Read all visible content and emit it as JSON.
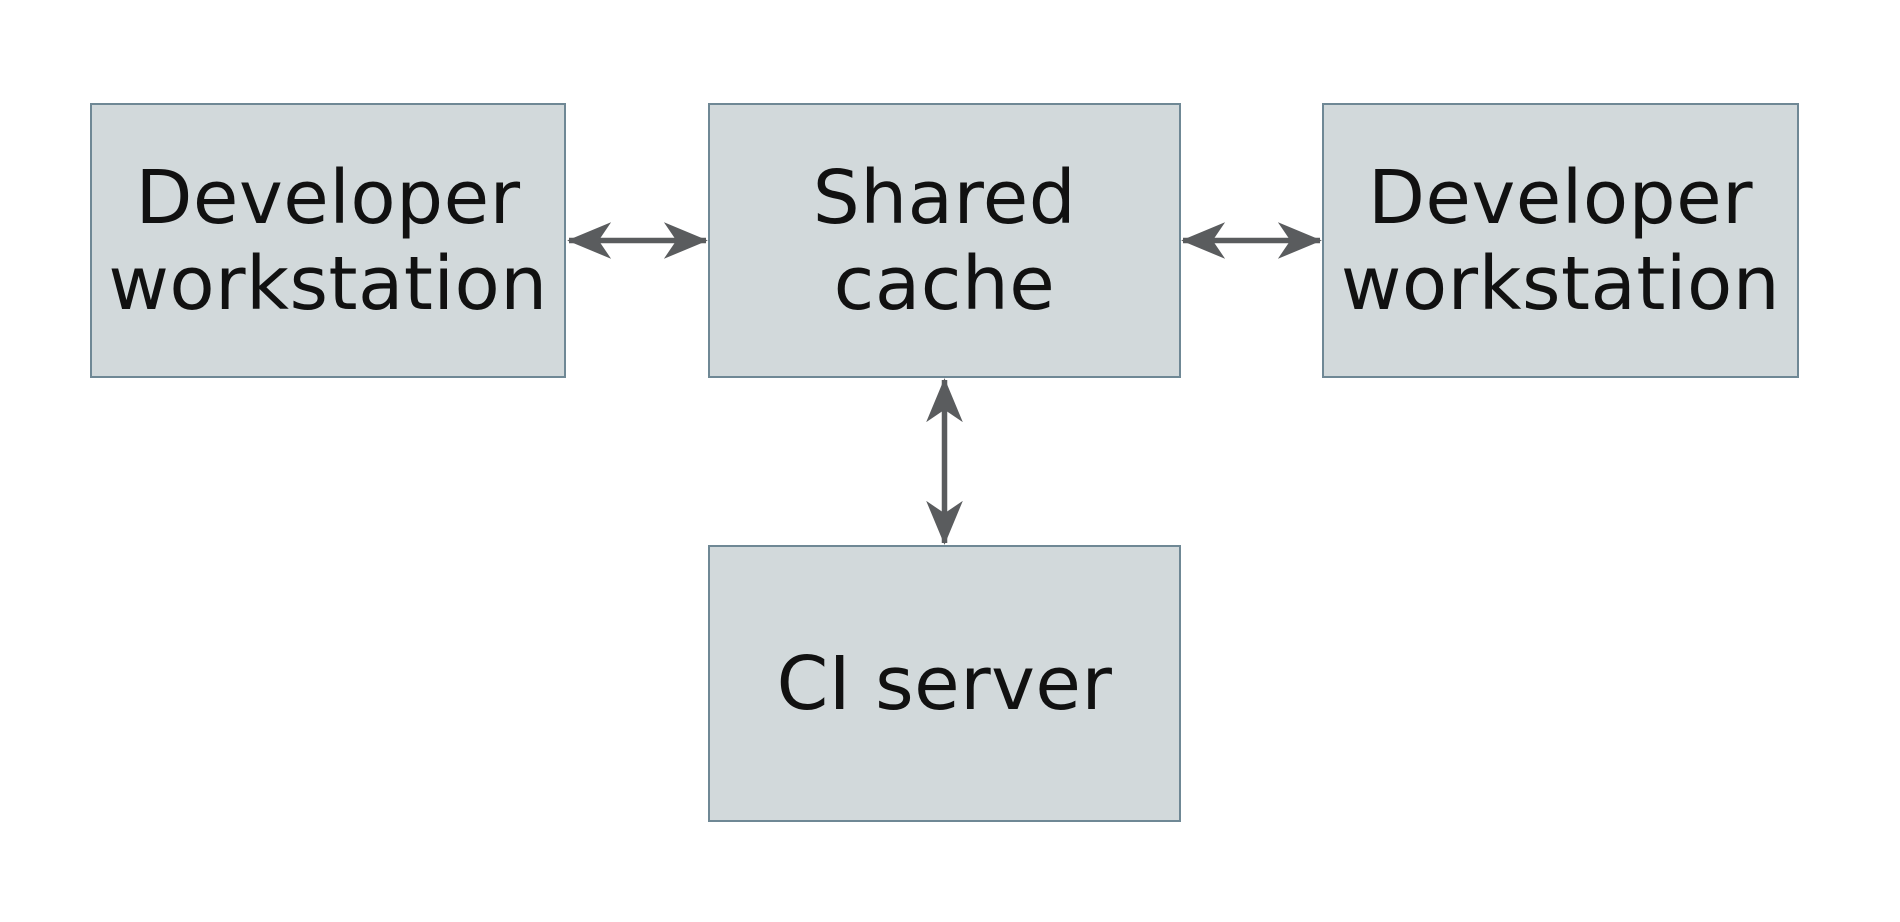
{
  "diagram": {
    "kind": "architecture-diagram",
    "background": "#ffffff",
    "nodes": [
      {
        "id": "developer-workstation-left",
        "label": "Developer workstation"
      },
      {
        "id": "shared-cache",
        "label": "Shared cache"
      },
      {
        "id": "developer-workstation-right",
        "label": "Developer workstation"
      },
      {
        "id": "ci-server",
        "label": "CI server"
      }
    ],
    "edges": [
      {
        "from": "developer-workstation-left",
        "to": "shared-cache",
        "direction": "bidirectional"
      },
      {
        "from": "shared-cache",
        "to": "developer-workstation-right",
        "direction": "bidirectional"
      },
      {
        "from": "shared-cache",
        "to": "ci-server",
        "direction": "bidirectional"
      }
    ],
    "colors": {
      "node_fill": "#d2d9db",
      "node_border": "#6f8895",
      "arrow": "#5a5c5e",
      "text": "#111111"
    }
  }
}
